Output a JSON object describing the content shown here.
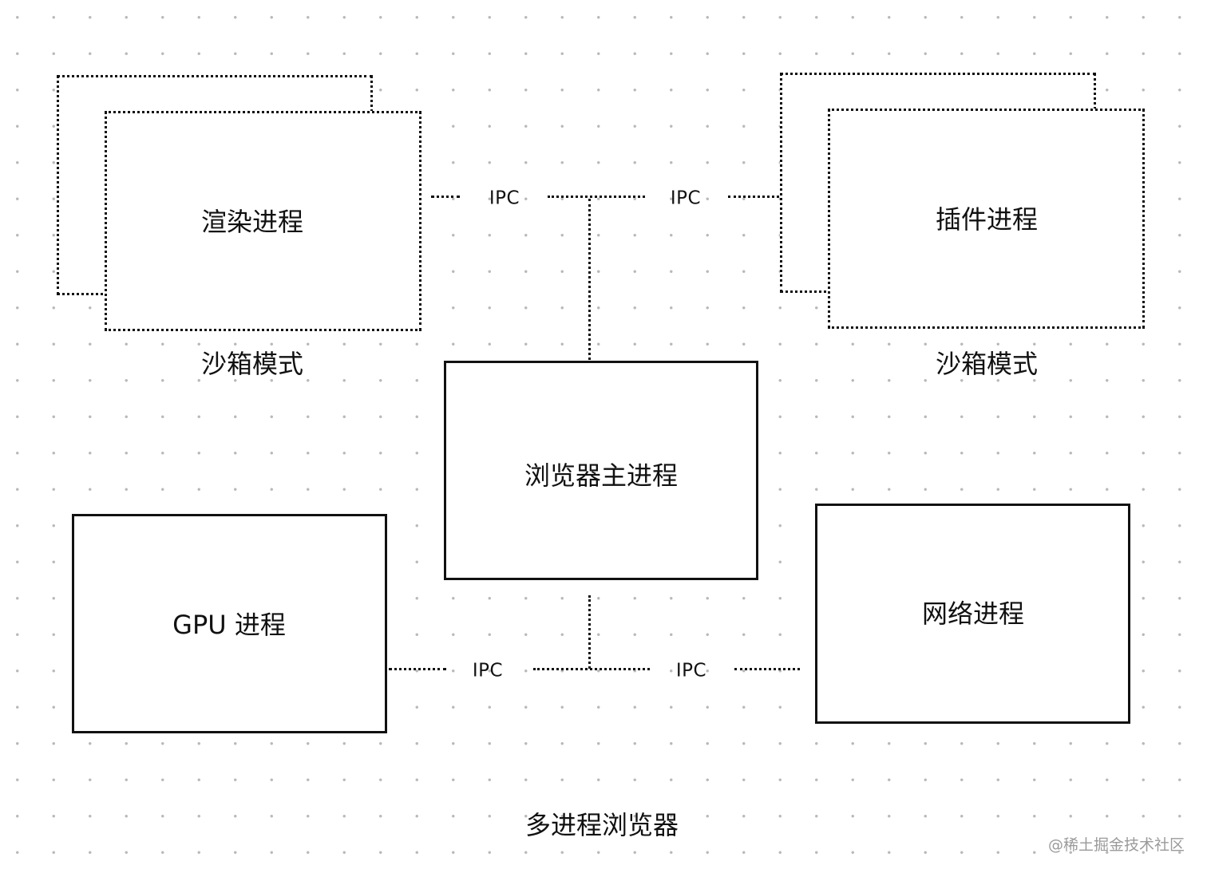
{
  "diagram": {
    "title": "多进程浏览器",
    "nodes": {
      "render": {
        "label": "渲染进程",
        "caption": "沙箱模式"
      },
      "plugin": {
        "label": "插件进程",
        "caption": "沙箱模式"
      },
      "browser_main": {
        "label": "浏览器主进程"
      },
      "gpu": {
        "label": "GPU 进程"
      },
      "network": {
        "label": "网络进程"
      }
    },
    "edges": [
      {
        "from": "render",
        "to": "browser_main",
        "label": "IPC",
        "style": "dotted"
      },
      {
        "from": "plugin",
        "to": "browser_main",
        "label": "IPC",
        "style": "dotted"
      },
      {
        "from": "gpu",
        "to": "browser_main",
        "label": "IPC",
        "style": "dotted"
      },
      {
        "from": "network",
        "to": "browser_main",
        "label": "IPC",
        "style": "dotted"
      }
    ]
  },
  "watermark": "@稀土掘金技术社区",
  "colors": {
    "stroke": "#111111",
    "grid_dot": "#b9b9b9",
    "background": "#ffffff",
    "watermark": "#9a9a9a"
  }
}
